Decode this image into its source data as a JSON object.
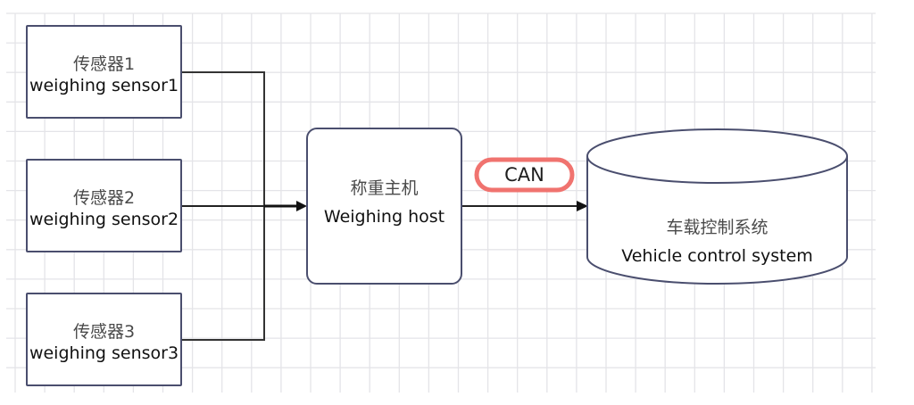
{
  "diagram": {
    "type": "block-diagram",
    "nodes": [
      {
        "id": "sensor1",
        "shape": "rectangle",
        "label_zh": "传感器1",
        "label_en": "weighing sensor1"
      },
      {
        "id": "sensor2",
        "shape": "rectangle",
        "label_zh": "传感器2",
        "label_en": "weighing sensor2"
      },
      {
        "id": "sensor3",
        "shape": "rectangle",
        "label_zh": "传感器3",
        "label_en": "weighing sensor3"
      },
      {
        "id": "host",
        "shape": "rounded-rectangle",
        "label_zh": "称重主机",
        "label_en": "Weighing host"
      },
      {
        "id": "vehicle",
        "shape": "cylinder",
        "label_zh": "车载控制系统",
        "label_en": "Vehicle control system"
      }
    ],
    "edges": [
      {
        "from": "sensor1",
        "to": "host",
        "label": ""
      },
      {
        "from": "sensor2",
        "to": "host",
        "label": ""
      },
      {
        "from": "sensor3",
        "to": "host",
        "label": ""
      },
      {
        "from": "host",
        "to": "vehicle",
        "label": "CAN"
      }
    ],
    "edge_label_can": "CAN",
    "colors": {
      "node_border": "#4a4e6e",
      "edge": "#222222",
      "can_highlight": "#f0736f",
      "grid": "#e4e4e8"
    }
  }
}
